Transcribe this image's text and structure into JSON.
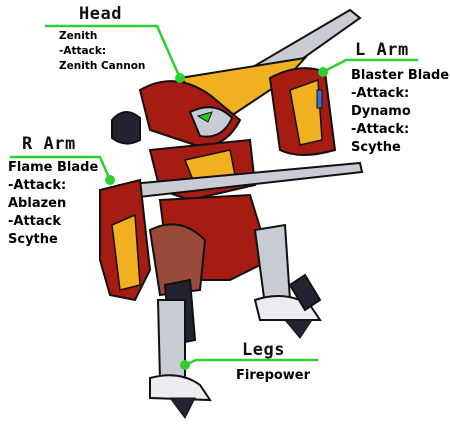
{
  "annotations": {
    "head": {
      "title": "Head",
      "lines": [
        "Zenith",
        "-Attack:",
        "Zenith Cannon"
      ]
    },
    "larm": {
      "title": "L Arm",
      "lines": [
        "Blaster Blade",
        "-Attack:",
        "Dynamo",
        "-Attack:",
        "Scythe"
      ]
    },
    "rarm": {
      "title": "R Arm",
      "lines": [
        "Flame Blade",
        "-Attack:",
        "Ablazen",
        "-Attack",
        "Scythe"
      ]
    },
    "legs": {
      "title": "Legs",
      "lines": [
        "Firepower"
      ]
    }
  },
  "colors": {
    "callout": "#2ed02e",
    "armor_red": "#a61c12",
    "armor_brown": "#9a4a3a",
    "gold": "#e8a81a",
    "dark": "#232333",
    "silver": "#c8ccd4"
  }
}
